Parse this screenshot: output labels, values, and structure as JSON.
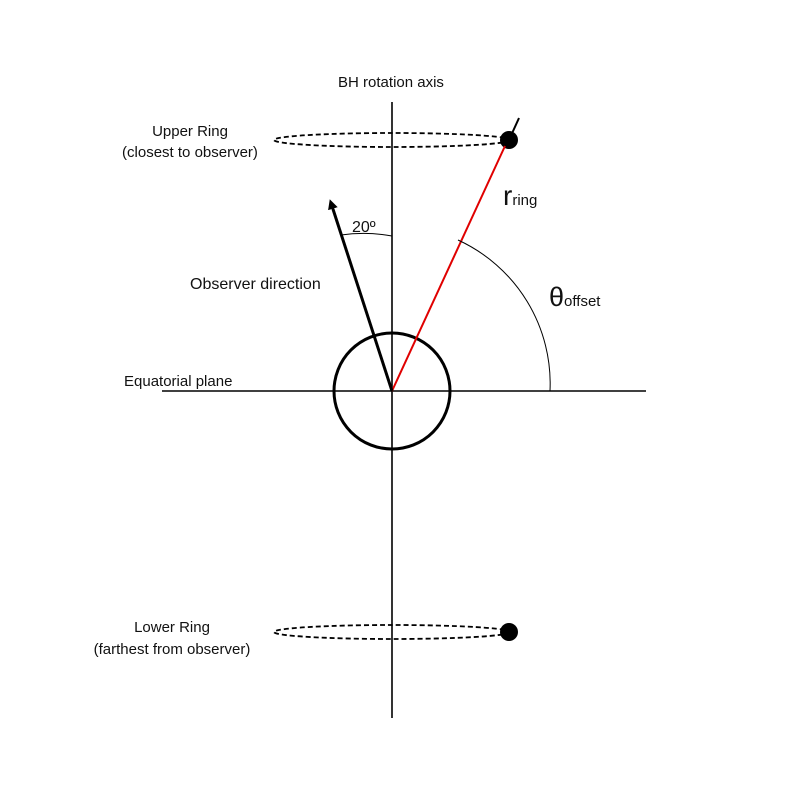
{
  "labels": {
    "axis": "BH rotation axis",
    "upper_ring_line1": "Upper Ring",
    "upper_ring_line2": "(closest to observer)",
    "lower_ring_line1": "Lower Ring",
    "lower_ring_line2": "(farthest from observer)",
    "observer_direction": "Observer direction",
    "equatorial_plane": "Equatorial plane",
    "angle_20": "20º",
    "r_main": "r",
    "r_sub": "ring",
    "theta_main": "θ",
    "theta_sub": "offset"
  },
  "colors": {
    "line": "#000000",
    "radius_vector": "#e00000",
    "text": "#111111"
  },
  "angles": {
    "observer_from_axis_deg": 20
  }
}
